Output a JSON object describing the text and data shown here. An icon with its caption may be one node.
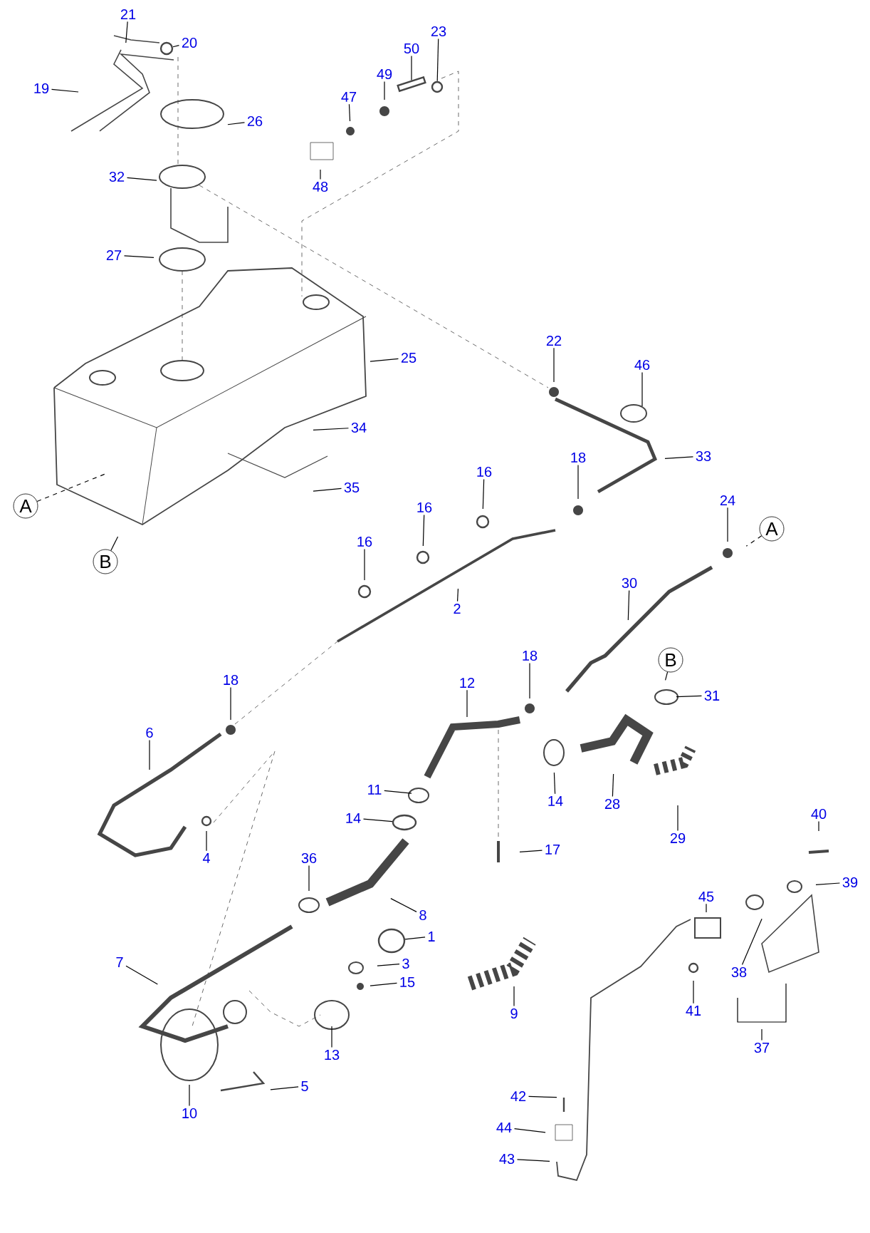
{
  "diagram": {
    "nodes": [
      {
        "text": [
          "21"
        ]
      },
      {
        "text": [
          "20"
        ]
      },
      {
        "text": [
          "23"
        ]
      },
      {
        "text": [
          "50"
        ]
      },
      {
        "text": [
          "19"
        ]
      },
      {
        "text": [
          "49"
        ]
      },
      {
        "text": [
          "47"
        ]
      },
      {
        "text": [
          "26"
        ]
      },
      {
        "text": [
          "48"
        ]
      },
      {
        "text": [
          "32"
        ]
      },
      {
        "text": [
          "27"
        ]
      },
      {
        "text": [
          "22"
        ]
      },
      {
        "text": [
          "46"
        ]
      },
      {
        "text": [
          "25"
        ]
      },
      {
        "text": [
          "34"
        ]
      },
      {
        "text": [
          "33"
        ]
      },
      {
        "text": [
          "35"
        ]
      },
      {
        "text": [
          "A"
        ]
      },
      {
        "text": [
          "16"
        ]
      },
      {
        "text": [
          "16"
        ]
      },
      {
        "text": [
          "18"
        ]
      },
      {
        "text": [
          "24"
        ]
      },
      {
        "text": [
          "A"
        ]
      },
      {
        "text": [
          "B"
        ]
      },
      {
        "text": [
          "16"
        ]
      },
      {
        "text": [
          "2"
        ]
      },
      {
        "text": [
          "30"
        ]
      },
      {
        "text": [
          "B"
        ]
      },
      {
        "text": [
          "18"
        ]
      },
      {
        "text": [
          "31"
        ]
      },
      {
        "text": [
          "12"
        ]
      },
      {
        "text": [
          "18"
        ]
      },
      {
        "text": [
          "6"
        ]
      },
      {
        "text": [
          "11"
        ]
      },
      {
        "text": [
          "14"
        ]
      },
      {
        "text": [
          "14"
        ]
      },
      {
        "text": [
          "28"
        ]
      },
      {
        "text": [
          "29"
        ]
      },
      {
        "text": [
          "4"
        ]
      },
      {
        "text": [
          "17"
        ]
      },
      {
        "text": [
          "40"
        ]
      },
      {
        "text": [
          "39"
        ]
      },
      {
        "text": [
          "36"
        ]
      },
      {
        "text": [
          "45"
        ]
      },
      {
        "text": [
          "8"
        ]
      },
      {
        "text": [
          "1"
        ]
      },
      {
        "text": [
          "3"
        ]
      },
      {
        "text": [
          "15"
        ]
      },
      {
        "text": [
          "7"
        ]
      },
      {
        "text": [
          "38"
        ]
      },
      {
        "text": [
          "41"
        ]
      },
      {
        "text": [
          "9"
        ]
      },
      {
        "text": [
          "37"
        ]
      },
      {
        "text": [
          "13"
        ]
      },
      {
        "text": [
          "10"
        ]
      },
      {
        "text": [
          "5"
        ]
      },
      {
        "text": [
          "42"
        ]
      },
      {
        "text": [
          "44"
        ]
      },
      {
        "text": [
          "43"
        ]
      },
      {
        "text": [],
        "shape": "circle"
      },
      {
        "text": [],
        "shape": "bar"
      },
      {
        "text": [],
        "shape": "circle"
      },
      {
        "text": [],
        "shape": "circle"
      },
      {
        "text": [],
        "shape": "circle"
      }
    ],
    "edges": [
      {
        "from": 0,
        "to": null,
        "arrow": "none"
      },
      {
        "from": 1,
        "to": 63,
        "arrow": "none"
      },
      {
        "from": 2,
        "to": 59,
        "arrow": "none"
      },
      {
        "from": 3,
        "to": 60,
        "arrow": "none"
      },
      {
        "from": 4,
        "to": null,
        "arrow": "none"
      },
      {
        "from": 5,
        "to": null,
        "arrow": "none"
      },
      {
        "from": 6,
        "to": null,
        "arrow": "none"
      },
      {
        "from": 7,
        "to": null,
        "arrow": "none"
      },
      {
        "from": 8,
        "to": null,
        "arrow": "none"
      },
      {
        "from": 9,
        "to": null,
        "arrow": "none"
      },
      {
        "from": 10,
        "to": null,
        "arrow": "none"
      },
      {
        "from": 11,
        "to": null,
        "arrow": "none"
      },
      {
        "from": 12,
        "to": null,
        "arrow": "none"
      },
      {
        "from": 13,
        "to": null,
        "arrow": "none"
      },
      {
        "from": 14,
        "to": null,
        "arrow": "none"
      },
      {
        "from": 15,
        "to": null,
        "arrow": "none"
      },
      {
        "from": 16,
        "to": null,
        "arrow": "none"
      },
      {
        "from": 17,
        "to": null,
        "arrow": "none",
        "style": "dashed"
      },
      {
        "from": 18,
        "to": null,
        "arrow": "none"
      },
      {
        "from": 19,
        "to": null,
        "arrow": "none"
      },
      {
        "from": 20,
        "to": null,
        "arrow": "none"
      },
      {
        "from": 21,
        "to": null,
        "arrow": "none"
      },
      {
        "from": 22,
        "to": null,
        "arrow": "none",
        "style": "dashed"
      },
      {
        "from": 23,
        "to": null,
        "arrow": "none"
      },
      {
        "from": 24,
        "to": null,
        "arrow": "none"
      },
      {
        "from": 25,
        "to": null,
        "arrow": "none"
      },
      {
        "from": 26,
        "to": null,
        "arrow": "none"
      },
      {
        "from": 27,
        "to": null,
        "arrow": "none"
      },
      {
        "from": 28,
        "to": null,
        "arrow": "none"
      },
      {
        "from": 29,
        "to": null,
        "arrow": "none"
      },
      {
        "from": 30,
        "to": null,
        "arrow": "none"
      },
      {
        "from": 31,
        "to": null,
        "arrow": "none"
      },
      {
        "from": 32,
        "to": null,
        "arrow": "none"
      },
      {
        "from": 33,
        "to": null,
        "arrow": "none"
      },
      {
        "from": 34,
        "to": 61,
        "arrow": "none"
      },
      {
        "from": 35,
        "to": null,
        "arrow": "none"
      },
      {
        "from": 36,
        "to": null,
        "arrow": "none"
      },
      {
        "from": 37,
        "to": null,
        "arrow": "none"
      },
      {
        "from": 38,
        "to": null,
        "arrow": "none"
      },
      {
        "from": 39,
        "to": null,
        "arrow": "none"
      },
      {
        "from": 40,
        "to": null,
        "arrow": "none"
      },
      {
        "from": 41,
        "to": null,
        "arrow": "none"
      },
      {
        "from": 42,
        "to": null,
        "arrow": "none"
      },
      {
        "from": 43,
        "to": null,
        "arrow": "none"
      },
      {
        "from": 44,
        "to": null,
        "arrow": "none"
      },
      {
        "from": 45,
        "to": 62,
        "arrow": "none"
      },
      {
        "from": 46,
        "to": null,
        "arrow": "none"
      },
      {
        "from": 47,
        "to": null,
        "arrow": "none"
      },
      {
        "from": 48,
        "to": null,
        "arrow": "none"
      },
      {
        "from": 49,
        "to": null,
        "arrow": "none"
      },
      {
        "from": 50,
        "to": null,
        "arrow": "none"
      },
      {
        "from": 51,
        "to": null,
        "arrow": "none"
      },
      {
        "from": 52,
        "to": null,
        "arrow": "none"
      },
      {
        "from": 53,
        "to": null,
        "arrow": "none"
      },
      {
        "from": 54,
        "to": null,
        "arrow": "none"
      },
      {
        "from": 55,
        "to": null,
        "arrow": "none"
      },
      {
        "from": 56,
        "to": null,
        "arrow": "none"
      },
      {
        "from": 57,
        "to": null,
        "arrow": "none"
      },
      {
        "from": 58,
        "to": null,
        "arrow": "none"
      }
    ]
  }
}
